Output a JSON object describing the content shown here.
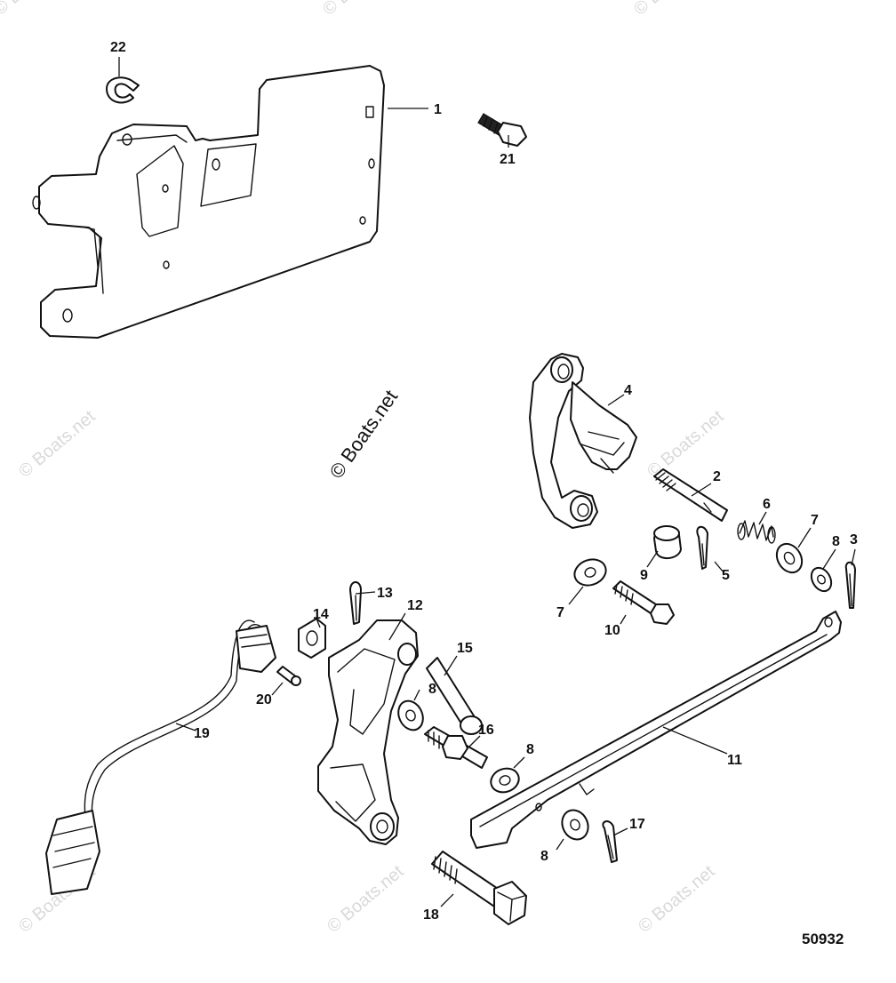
{
  "watermark": {
    "text": "© Boats.net",
    "color": "#d9d9d9"
  },
  "figure_number": "50932",
  "callouts": {
    "c1": "1",
    "c2": "2",
    "c3": "3",
    "c4": "4",
    "c5": "5",
    "c6": "6",
    "c7a": "7",
    "c7b": "7",
    "c8a": "8",
    "c8b": "8",
    "c8c": "8",
    "c8d": "8",
    "c9": "9",
    "c10": "10",
    "c11": "11",
    "c12": "12",
    "c13": "13",
    "c14": "14",
    "c15": "15",
    "c16": "16",
    "c17": "17",
    "c18": "18",
    "c19": "19",
    "c20": "20",
    "c21": "21",
    "c22": "22"
  }
}
